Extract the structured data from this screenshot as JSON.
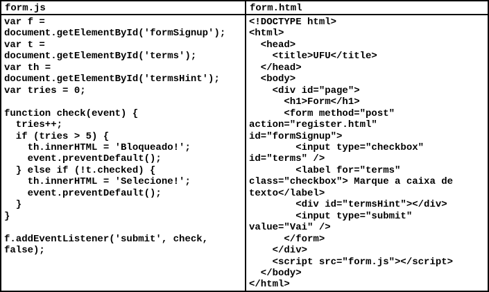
{
  "colors": {
    "border": "#000000",
    "text": "#000000",
    "background": "#ffffff"
  },
  "panels": [
    {
      "filename": "form.js",
      "lines": [
        "var f =",
        "document.getElementById('formSignup');",
        "var t =",
        "document.getElementById('terms');",
        "var th =",
        "document.getElementById('termsHint');",
        "var tries = 0;",
        "",
        "function check(event) {",
        "  tries++;",
        "  if (tries > 5) {",
        "    th.innerHTML = 'Bloqueado!';",
        "    event.preventDefault();",
        "  } else if (!t.checked) {",
        "    th.innerHTML = 'Selecione!';",
        "    event.preventDefault();",
        "  }",
        "}",
        "",
        "f.addEventListener('submit', check,",
        "false);"
      ]
    },
    {
      "filename": "form.html",
      "lines": [
        "<!DOCTYPE html>",
        "<html>",
        "  <head>",
        "    <title>UFU</title>",
        "  </head>",
        "  <body>",
        "    <div id=\"page\">",
        "      <h1>Form</h1>",
        "      <form method=\"post\"",
        "action=\"register.html\"",
        "id=\"formSignup\">",
        "        <input type=\"checkbox\"",
        "id=\"terms\" />",
        "        <label for=\"terms\"",
        "class=\"checkbox\"> Marque a caixa de",
        "texto</label>",
        "        <div id=\"termsHint\"></div>",
        "        <input type=\"submit\"",
        "value=\"Vai\" />",
        "      </form>",
        "    </div>",
        "    <script src=\"form.js\"></script>",
        "  </body>",
        "</html>"
      ]
    }
  ]
}
